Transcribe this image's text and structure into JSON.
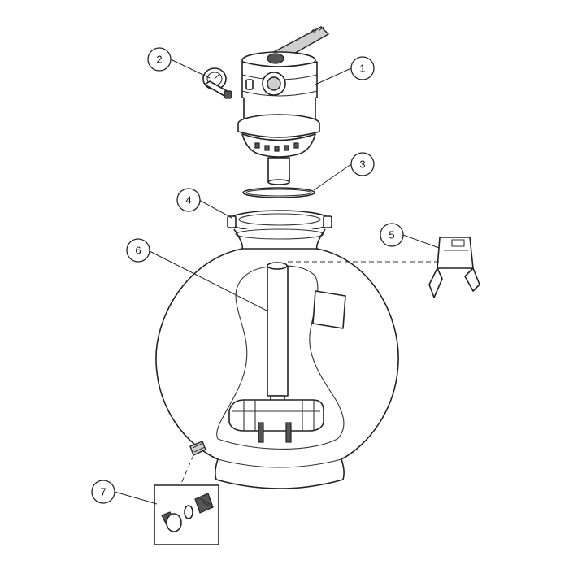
{
  "callouts": [
    {
      "id": "part-1",
      "number": "1"
    },
    {
      "id": "part-2",
      "number": "2"
    },
    {
      "id": "part-3",
      "number": "3"
    },
    {
      "id": "part-4",
      "number": "4"
    },
    {
      "id": "part-5",
      "number": "5"
    },
    {
      "id": "part-6",
      "number": "6"
    },
    {
      "id": "part-7",
      "number": "7"
    }
  ]
}
